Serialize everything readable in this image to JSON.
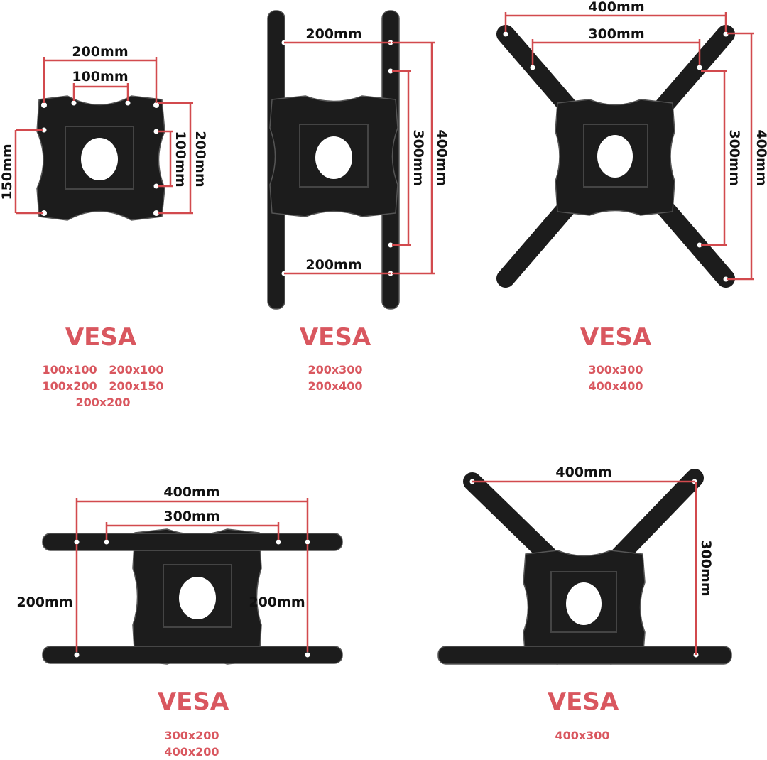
{
  "brand_color": "#d9575f",
  "panels": [
    {
      "title": "VESA",
      "sizes": [
        "100x100",
        "200x100",
        "100x200",
        "200x150",
        "200x200"
      ],
      "dims": {
        "top_outer": "200mm",
        "top_inner": "100mm",
        "left": "150mm",
        "right_inner": "100mm",
        "right_outer": "200mm"
      }
    },
    {
      "title": "VESA",
      "sizes": [
        "200x300",
        "200x400"
      ],
      "dims": {
        "top": "200mm",
        "bottom": "200mm",
        "right_inner": "300mm",
        "right_outer": "400mm"
      }
    },
    {
      "title": "VESA",
      "sizes": [
        "300x300",
        "400x400"
      ],
      "dims": {
        "top_outer": "400mm",
        "top_inner": "300mm",
        "right_inner": "300mm",
        "right_outer": "400mm"
      }
    },
    {
      "title": "VESA",
      "sizes": [
        "300x200",
        "400x200"
      ],
      "dims": {
        "top_outer": "400mm",
        "top_inner": "300mm",
        "left": "200mm",
        "right": "200mm"
      }
    },
    {
      "title": "VESA",
      "sizes": [
        "400x300"
      ],
      "dims": {
        "top": "400mm",
        "right": "300mm"
      }
    }
  ]
}
